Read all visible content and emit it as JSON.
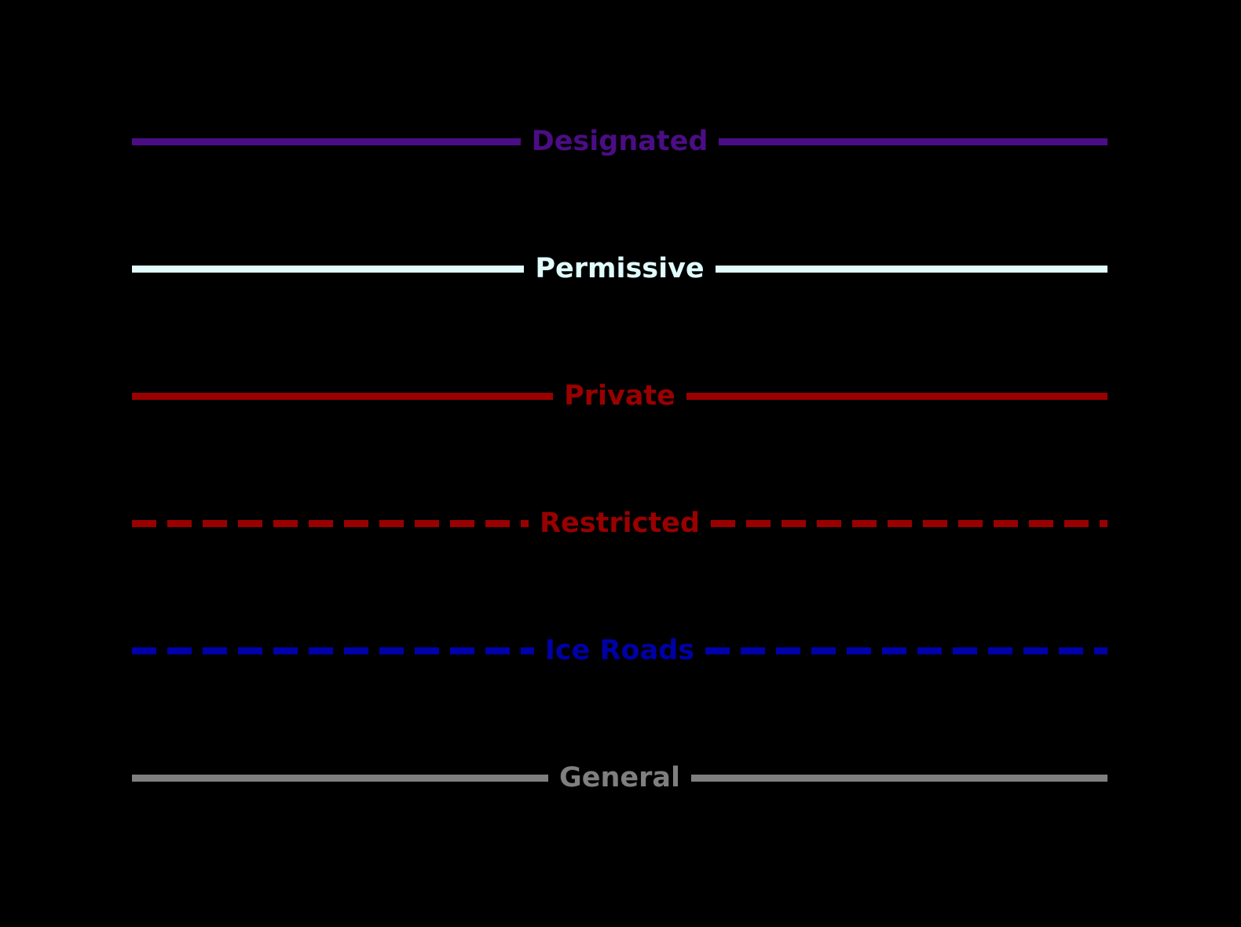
{
  "legend": {
    "background_color": "#000000",
    "items": [
      {
        "label": "Designated",
        "color": "#4B0D85",
        "line_style": "solid"
      },
      {
        "label": "Permissive",
        "color": "#E0FCFC",
        "line_style": "solid"
      },
      {
        "label": "Private",
        "color": "#9A0000",
        "line_style": "solid"
      },
      {
        "label": "Restricted",
        "color": "#9A0000",
        "line_style": "dashed"
      },
      {
        "label": "Ice Roads",
        "color": "#0000A8",
        "line_style": "dashed"
      },
      {
        "label": "General",
        "color": "#7F7F7F",
        "line_style": "solid"
      }
    ]
  }
}
